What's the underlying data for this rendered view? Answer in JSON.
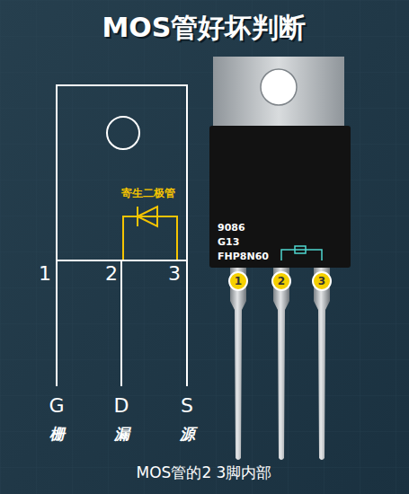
{
  "diagram": {
    "title": "MOS管好坏判断",
    "caption": "MOS管的2 3脚内部",
    "nodes": [
      {
        "text": [
          "9086",
          "G13",
          "FHP8N60"
        ]
      },
      {
        "text": [
          "1"
        ]
      },
      {
        "text": [
          "2"
        ]
      },
      {
        "text": [
          "3"
        ]
      }
    ],
    "labels": [
      "寄生二极管",
      "1",
      "2",
      "3",
      "G",
      "D",
      "S",
      "栅",
      "漏",
      "源"
    ]
  }
}
